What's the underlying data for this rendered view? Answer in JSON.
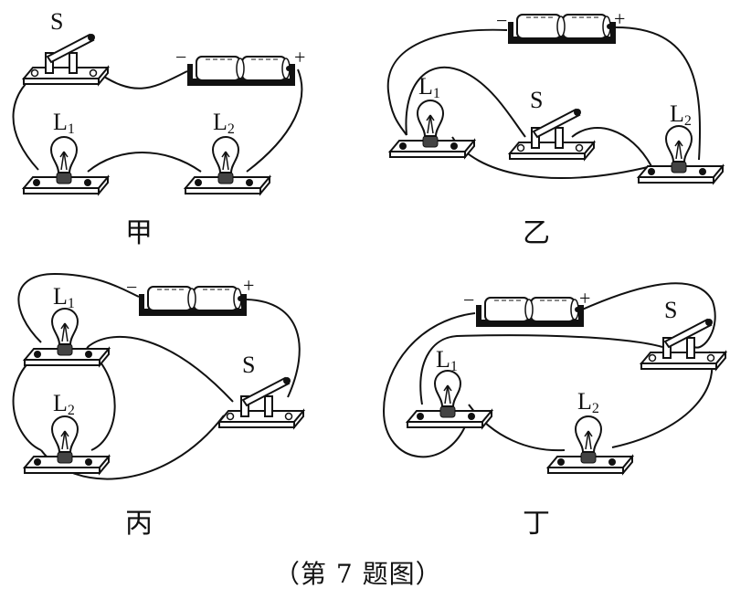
{
  "figure": {
    "caption": "（第 7 题图）",
    "panels": [
      {
        "id": "jia",
        "caption": "甲",
        "labels": {
          "switch": "S",
          "lamp1": "L",
          "lamp1_sub": "1",
          "lamp2": "L",
          "lamp2_sub": "2",
          "battery_neg": "−",
          "battery_pos": "+"
        },
        "components": [
          "switch S",
          "battery (2 cells)",
          "lamp L1",
          "lamp L2"
        ],
        "topology": "series"
      },
      {
        "id": "yi",
        "caption": "乙",
        "labels": {
          "switch": "S",
          "lamp1": "L",
          "lamp1_sub": "1",
          "lamp2": "L",
          "lamp2_sub": "2",
          "battery_neg": "−",
          "battery_pos": "+"
        },
        "components": [
          "battery (2 cells)",
          "lamp L1",
          "switch S",
          "lamp L2"
        ],
        "topology": "wired"
      },
      {
        "id": "bing",
        "caption": "丙",
        "labels": {
          "switch": "S",
          "lamp1": "L",
          "lamp1_sub": "1",
          "lamp2": "L",
          "lamp2_sub": "2",
          "battery_neg": "−",
          "battery_pos": "+"
        },
        "components": [
          "lamp L1",
          "battery (2 cells)",
          "lamp L2",
          "switch S"
        ],
        "topology": "wired"
      },
      {
        "id": "ding",
        "caption": "丁",
        "labels": {
          "switch": "S",
          "lamp1": "L",
          "lamp1_sub": "1",
          "lamp2": "L",
          "lamp2_sub": "2",
          "battery_neg": "−",
          "battery_pos": "+"
        },
        "components": [
          "battery (2 cells)",
          "switch S",
          "lamp L1",
          "lamp L2"
        ],
        "topology": "wired"
      }
    ]
  }
}
